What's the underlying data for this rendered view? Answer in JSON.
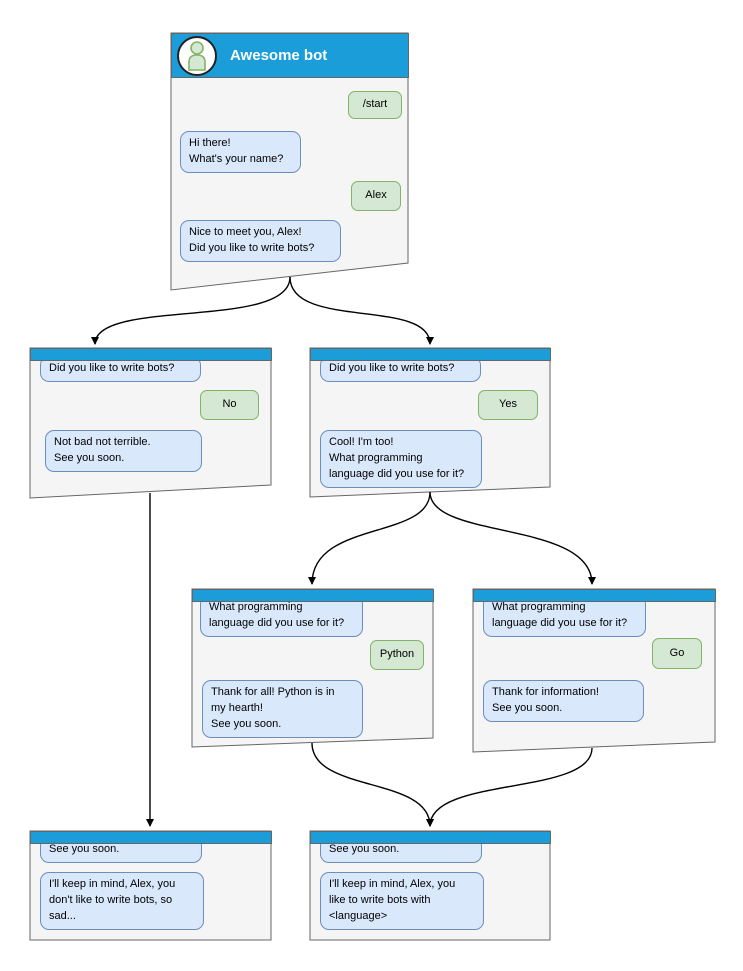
{
  "diagram": {
    "type": "chatbot-conversation-flowchart",
    "bot_title": "Awesome bot",
    "colors": {
      "header_blue": "#1A9DD9",
      "window_fill": "#F5F5F5",
      "window_border": "#666666",
      "bot_bubble_fill": "#DAE8FC",
      "bot_bubble_border": "#6C8EBF",
      "user_bubble_fill": "#D5E8D4",
      "user_bubble_border": "#82B366",
      "connector": "#000000",
      "avatar_person_fill": "#D5E8D4",
      "avatar_person_stroke": "#82B366"
    }
  },
  "windows": {
    "w1": {
      "name": "start-chat",
      "title": "Awesome bot",
      "avatar_icon": "person-icon",
      "messages": [
        {
          "from": "user",
          "text": "/start"
        },
        {
          "from": "bot",
          "text": "Hi there!\nWhat's your name?"
        },
        {
          "from": "user",
          "text": "Alex"
        },
        {
          "from": "bot",
          "text": "Nice to meet you, Alex!\nDid you like to write bots?"
        }
      ]
    },
    "w2": {
      "name": "no-branch",
      "messages": [
        {
          "from": "bot",
          "text": "Did you like to write bots?"
        },
        {
          "from": "user",
          "text": "No"
        },
        {
          "from": "bot",
          "text": "Not bad not terrible.\nSee you soon."
        }
      ]
    },
    "w3": {
      "name": "yes-branch",
      "messages": [
        {
          "from": "bot",
          "text": "Did you like to write bots?"
        },
        {
          "from": "user",
          "text": "Yes"
        },
        {
          "from": "bot",
          "text": "Cool! I'm too!\nWhat programming\nlanguage did you use for it?"
        }
      ]
    },
    "w4": {
      "name": "python-branch",
      "messages": [
        {
          "from": "bot",
          "text": "What programming\nlanguage did you use for it?"
        },
        {
          "from": "user",
          "text": "Python"
        },
        {
          "from": "bot",
          "text": "Thank for all! Python is in\nmy hearth!\nSee you soon."
        }
      ]
    },
    "w5": {
      "name": "go-branch",
      "messages": [
        {
          "from": "bot",
          "text": "What programming\nlanguage did you use for it?"
        },
        {
          "from": "user",
          "text": "Go"
        },
        {
          "from": "bot",
          "text": "Thank for information!\nSee you soon."
        }
      ]
    },
    "w6": {
      "name": "sad-ending",
      "messages": [
        {
          "from": "bot",
          "text": "See you soon."
        },
        {
          "from": "bot",
          "text": "I'll keep in mind, Alex, you\ndon't like to write bots, so\nsad..."
        }
      ]
    },
    "w7": {
      "name": "language-ending",
      "messages": [
        {
          "from": "bot",
          "text": "See you soon."
        },
        {
          "from": "bot",
          "text": "I'll keep in mind, Alex, you\nlike to write bots with\n<language>"
        }
      ]
    }
  },
  "connectors": [
    {
      "from": "start-chat",
      "to": "no-branch"
    },
    {
      "from": "start-chat",
      "to": "yes-branch"
    },
    {
      "from": "no-branch",
      "to": "sad-ending"
    },
    {
      "from": "yes-branch",
      "to": "python-branch"
    },
    {
      "from": "yes-branch",
      "to": "go-branch"
    },
    {
      "from": "python-branch",
      "to": "language-ending"
    },
    {
      "from": "go-branch",
      "to": "language-ending"
    }
  ]
}
